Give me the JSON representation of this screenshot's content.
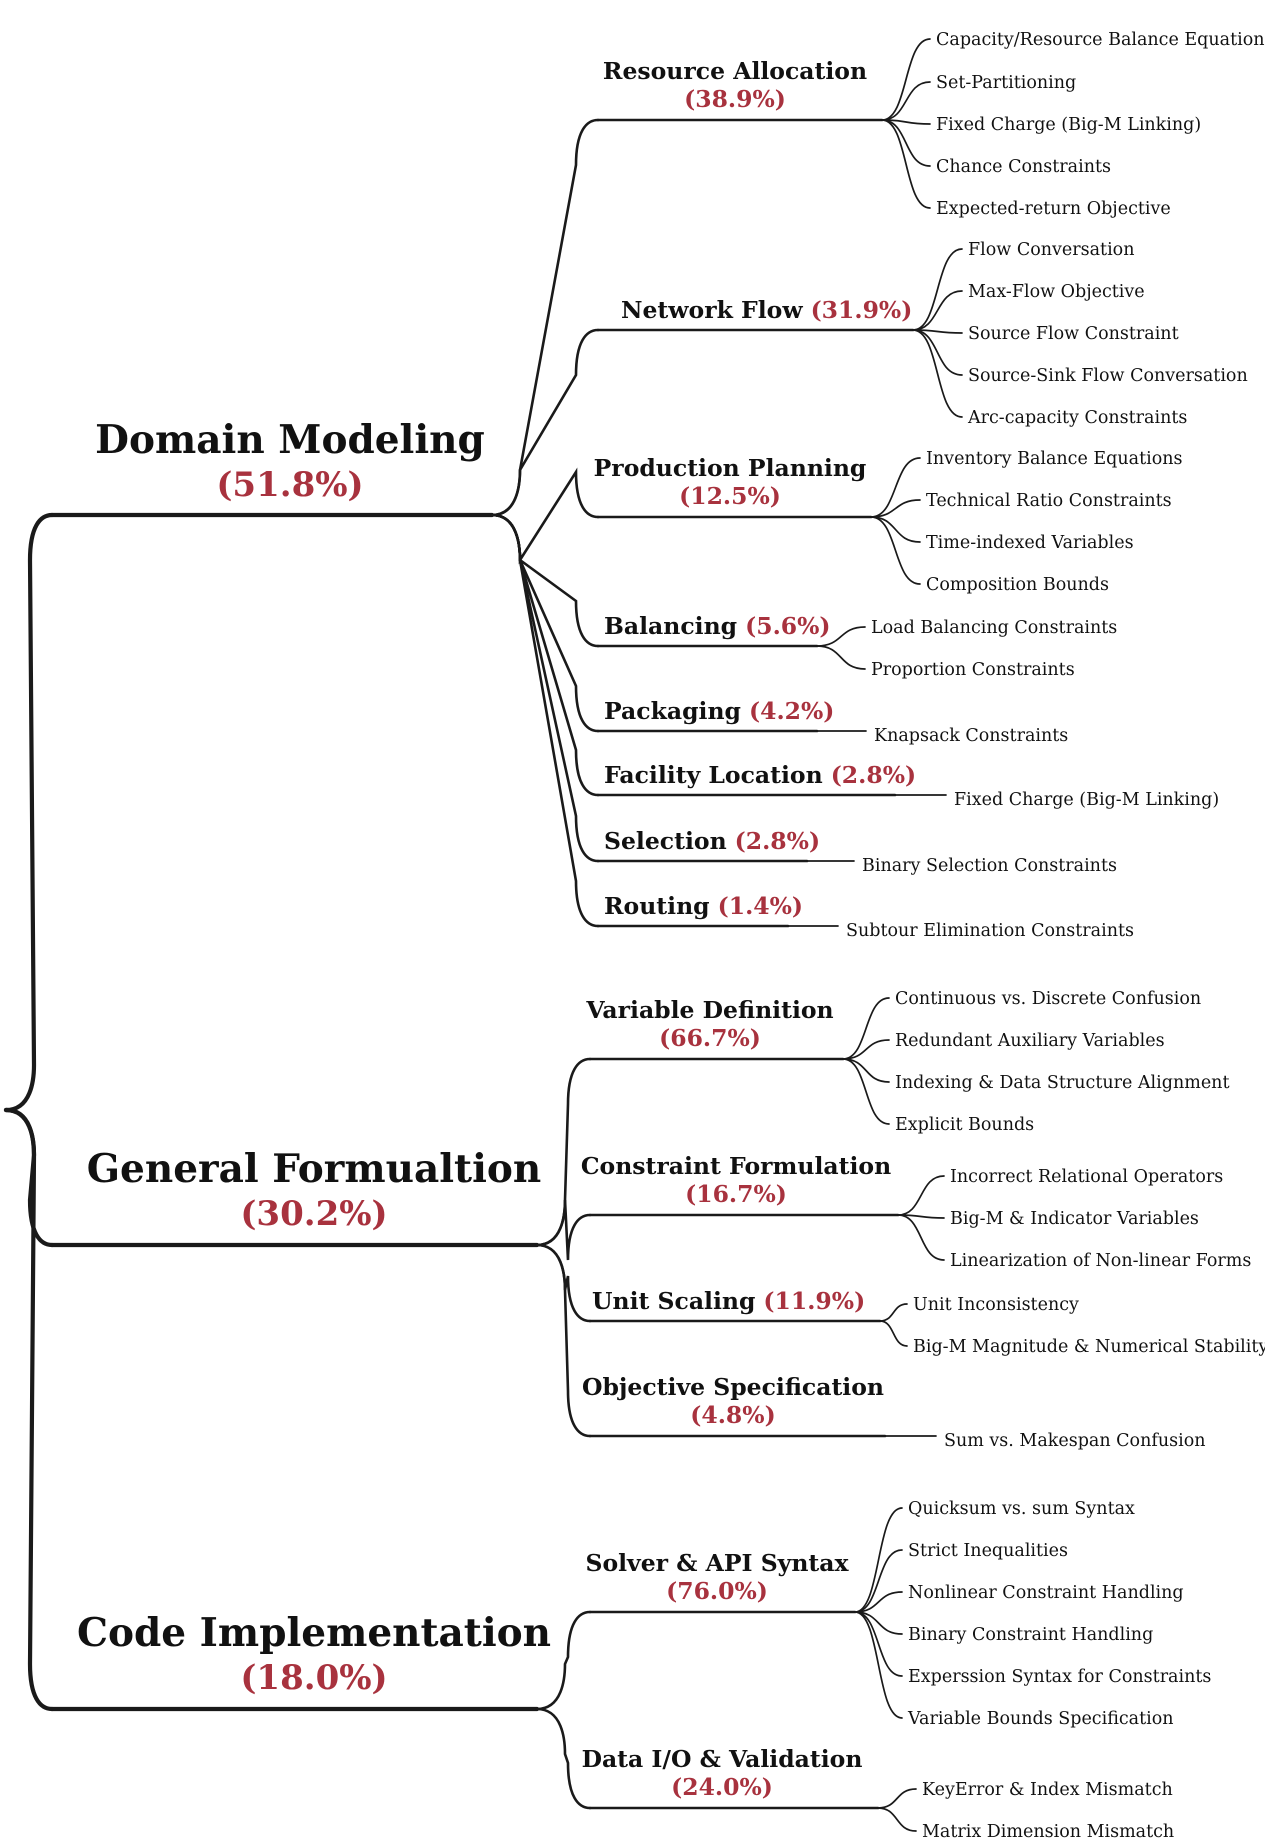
{
  "colors": {
    "line": "#1a1a1a",
    "text": "#111111",
    "percent": "#a8323e"
  },
  "categories": [
    {
      "name": "Domain Modeling",
      "percent": "(51.8%)",
      "subcategories": [
        {
          "name": "Resource Allocation",
          "percent": "(38.9%)",
          "items": [
            "Capacity/Resource Balance Equations",
            "Set-Partitioning",
            "Fixed Charge (Big-M Linking)",
            "Chance Constraints",
            "Expected-return Objective"
          ]
        },
        {
          "name": "Network Flow",
          "percent": "(31.9%)",
          "items": [
            "Flow Conversation",
            "Max-Flow Objective",
            "Source Flow Constraint",
            "Source-Sink Flow Conversation",
            "Arc-capacity Constraints"
          ]
        },
        {
          "name": "Production Planning",
          "percent": "(12.5%)",
          "items": [
            "Inventory Balance Equations",
            "Technical Ratio Constraints",
            "Time-indexed Variables",
            "Composition Bounds"
          ]
        },
        {
          "name": "Balancing",
          "percent": "(5.6%)",
          "items": [
            "Load Balancing Constraints",
            "Proportion Constraints"
          ]
        },
        {
          "name": "Packaging",
          "percent": "(4.2%)",
          "items": [
            "Knapsack Constraints"
          ]
        },
        {
          "name": "Facility Location",
          "percent": "(2.8%)",
          "items": [
            "Fixed Charge (Big-M Linking)"
          ]
        },
        {
          "name": "Selection",
          "percent": "(2.8%)",
          "items": [
            "Binary Selection Constraints"
          ]
        },
        {
          "name": "Routing",
          "percent": "(1.4%)",
          "items": [
            "Subtour Elimination Constraints"
          ]
        }
      ]
    },
    {
      "name": "General Formualtion",
      "percent": "(30.2%)",
      "subcategories": [
        {
          "name": "Variable Definition",
          "percent": "(66.7%)",
          "items": [
            "Continuous vs. Discrete Confusion",
            "Redundant Auxiliary Variables",
            "Indexing & Data Structure Alignment",
            "Explicit Bounds"
          ]
        },
        {
          "name": "Constraint Formulation",
          "percent": "(16.7%)",
          "items": [
            "Incorrect Relational Operators",
            "Big-M & Indicator Variables",
            "Linearization of Non-linear Forms"
          ]
        },
        {
          "name": "Unit Scaling",
          "percent": "(11.9%)",
          "items": [
            "Unit Inconsistency",
            "Big-M Magnitude & Numerical Stability"
          ]
        },
        {
          "name": "Objective Specification",
          "percent": "(4.8%)",
          "items": [
            "Sum vs. Makespan Confusion"
          ]
        }
      ]
    },
    {
      "name": "Code Implementation",
      "percent": "(18.0%)",
      "subcategories": [
        {
          "name": "Solver & API Syntax",
          "percent": "(76.0%)",
          "items": [
            "Quicksum vs. sum Syntax",
            "Strict Inequalities",
            "Nonlinear Constraint Handling",
            "Binary Constraint Handling",
            "Experssion Syntax for Constraints",
            "Variable Bounds Specification"
          ]
        },
        {
          "name": "Data I/O & Validation",
          "percent": "(24.0%)",
          "items": [
            "KeyError & Index Mismatch",
            "Matrix Dimension Mismatch"
          ]
        }
      ]
    }
  ]
}
